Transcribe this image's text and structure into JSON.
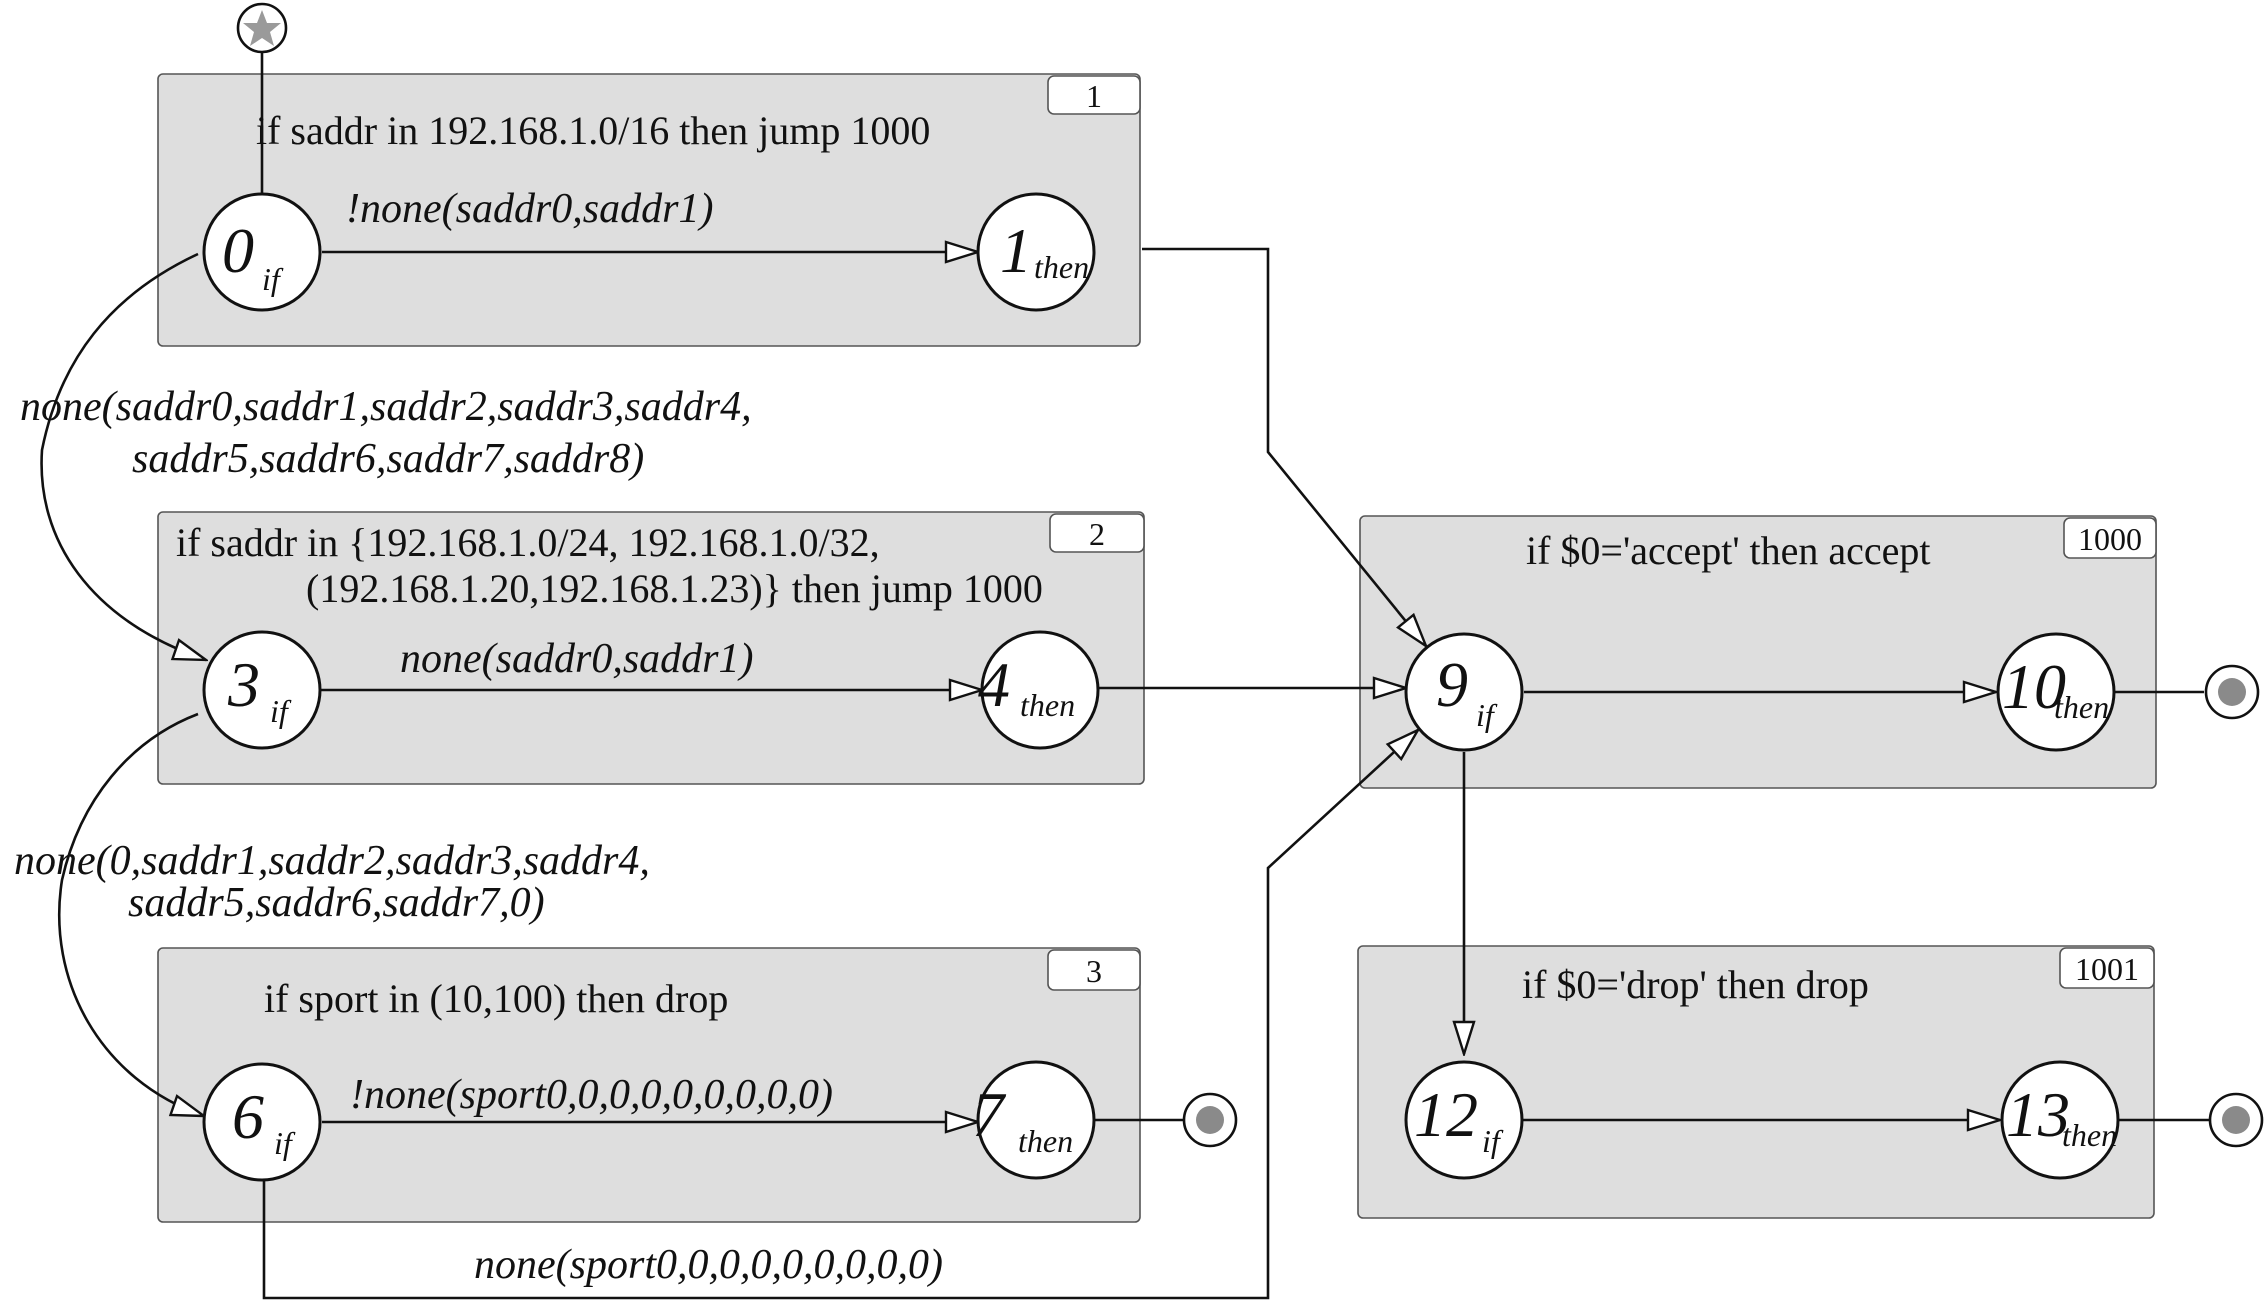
{
  "blocks": [
    {
      "id": "1",
      "rule": "if saddr in 192.168.1.0/16 then jump 1000"
    },
    {
      "id": "2",
      "rule_line1": "if saddr in {192.168.1.0/24, 192.168.1.0/32,",
      "rule_line2": "(192.168.1.20,192.168.1.23)} then jump 1000"
    },
    {
      "id": "3",
      "rule": "if sport in (10,100) then  drop"
    },
    {
      "id": "1000",
      "rule": "if $0='accept' then   accept"
    },
    {
      "id": "1001",
      "rule": "if $0='drop' then drop"
    }
  ],
  "nodes": [
    {
      "num": "0",
      "sub": "if"
    },
    {
      "num": "1",
      "sub": "then"
    },
    {
      "num": "3",
      "sub": "if"
    },
    {
      "num": "4",
      "sub": "then"
    },
    {
      "num": "6",
      "sub": "if"
    },
    {
      "num": "7",
      "sub": "then"
    },
    {
      "num": "9",
      "sub": "if"
    },
    {
      "num": "10",
      "sub": "then"
    },
    {
      "num": "12",
      "sub": "if"
    },
    {
      "num": "13",
      "sub": "then"
    }
  ],
  "edges": {
    "e0_1": "!none(saddr0,saddr1)",
    "e0_3_line1": "none(saddr0,saddr1,saddr2,saddr3,saddr4,",
    "e0_3_line2": "saddr5,saddr6,saddr7,saddr8)",
    "e3_4": "none(saddr0,saddr1)",
    "e3_6_line1": "none(0,saddr1,saddr2,saddr3,saddr4,",
    "e3_6_line2": "saddr5,saddr6,saddr7,0)",
    "e6_7": "!none(sport0,0,0,0,0,0,0,0,0)",
    "e6_9": "none(sport0,0,0,0,0,0,0,0,0)"
  },
  "icons": {
    "start": "star-icon",
    "end": "terminal-state-icon"
  },
  "colors": {
    "box_fill": "#dedede",
    "node_fill": "#ffffff",
    "stroke": "#111111",
    "terminal_dot": "#8a8a8a"
  }
}
